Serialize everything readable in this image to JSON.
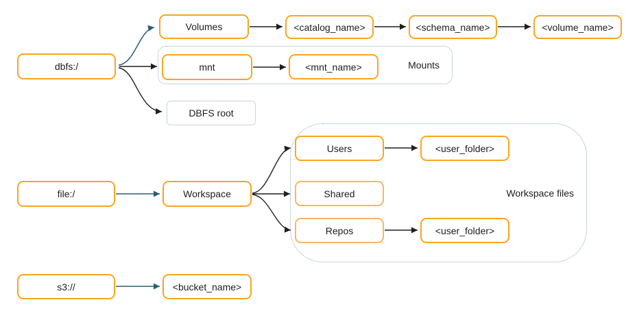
{
  "nodes": {
    "dbfs": "dbfs:/",
    "volumes": "Volumes",
    "catalog_name": "<catalog_name>",
    "schema_name": "<schema_name>",
    "volume_name": "<volume_name>",
    "mnt": "mnt",
    "mnt_name": "<mnt_name>",
    "dbfs_root": "DBFS root",
    "file": "file:/",
    "workspace": "Workspace",
    "users": "Users",
    "user_folder_top": "<user_folder>",
    "shared": "Shared",
    "repos": "Repos",
    "user_folder_bottom": "<user_folder>",
    "s3": "s3://",
    "bucket_name": "<bucket_name>"
  },
  "containers": {
    "mounts_label": "Mounts",
    "workspace_files_label": "Workspace files"
  },
  "colors": {
    "node-border": "#FCA41F",
    "node-border-light": "#FDB45F",
    "container-border": "#8EA9BE",
    "arrow-black": "#1F1F1F",
    "arrow-teal": "#2A5F70",
    "text": "#1D1D1D",
    "background": "#FFFFFF"
  }
}
